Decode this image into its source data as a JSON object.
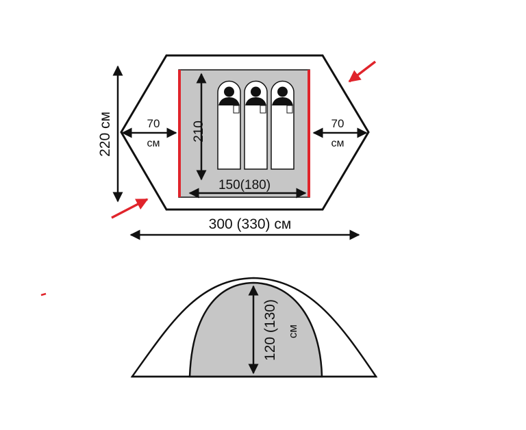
{
  "plan": {
    "total_length": "300 (330) см",
    "total_width": "220 см",
    "vestibule_left_value": "70",
    "vestibule_left_unit": "см",
    "vestibule_right_value": "70",
    "vestibule_right_unit": "см",
    "inner_length": "210",
    "inner_width": "150(180)",
    "sleeping_places": 3
  },
  "side_view": {
    "height_value": "120 (130)",
    "height_unit": "см"
  },
  "colors": {
    "inner_floor": "#c6c6c6",
    "accent_red": "#e0242b",
    "outline": "#111111"
  }
}
